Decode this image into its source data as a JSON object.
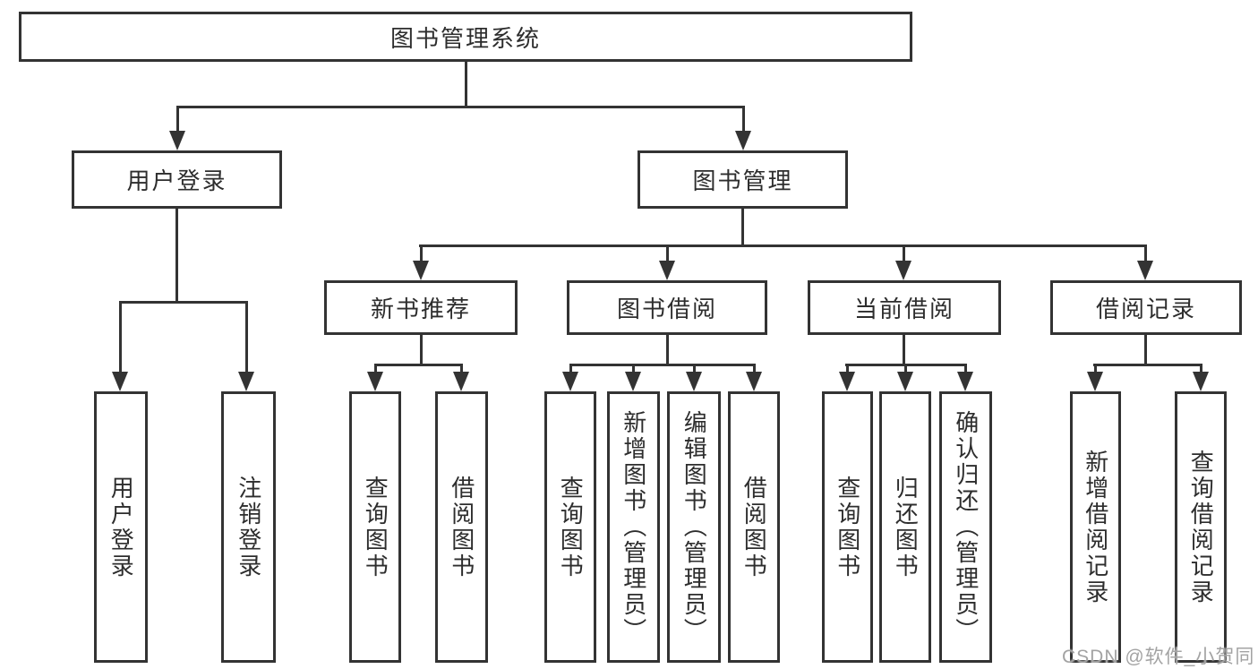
{
  "diagram_type": "hierarchy-tree",
  "tree": {
    "root": {
      "label": "图书管理系统",
      "children": [
        {
          "label": "用户登录",
          "children": [
            {
              "label": "用户登录"
            },
            {
              "label": "注销登录"
            }
          ]
        },
        {
          "label": "图书管理",
          "children": [
            {
              "label": "新书推荐",
              "children": [
                {
                  "label": "查询图书"
                },
                {
                  "label": "借阅图书"
                }
              ]
            },
            {
              "label": "图书借阅",
              "children": [
                {
                  "label": "查询图书"
                },
                {
                  "label": "新增图书（管理员）"
                },
                {
                  "label": "编辑图书（管理员）"
                },
                {
                  "label": "借阅图书"
                }
              ]
            },
            {
              "label": "当前借阅",
              "children": [
                {
                  "label": "查询图书"
                },
                {
                  "label": "归还图书"
                },
                {
                  "label": "确认归还（管理员）"
                }
              ]
            },
            {
              "label": "借阅记录",
              "children": [
                {
                  "label": "新增借阅记录"
                },
                {
                  "label": "查询借阅记录"
                }
              ]
            }
          ]
        }
      ]
    }
  },
  "watermark": "CSDN @软件_小贺同学",
  "colors": {
    "line": "#333333",
    "text": "#2d2d2d",
    "background": "#ffffff",
    "watermark": "#a3a3a3"
  }
}
